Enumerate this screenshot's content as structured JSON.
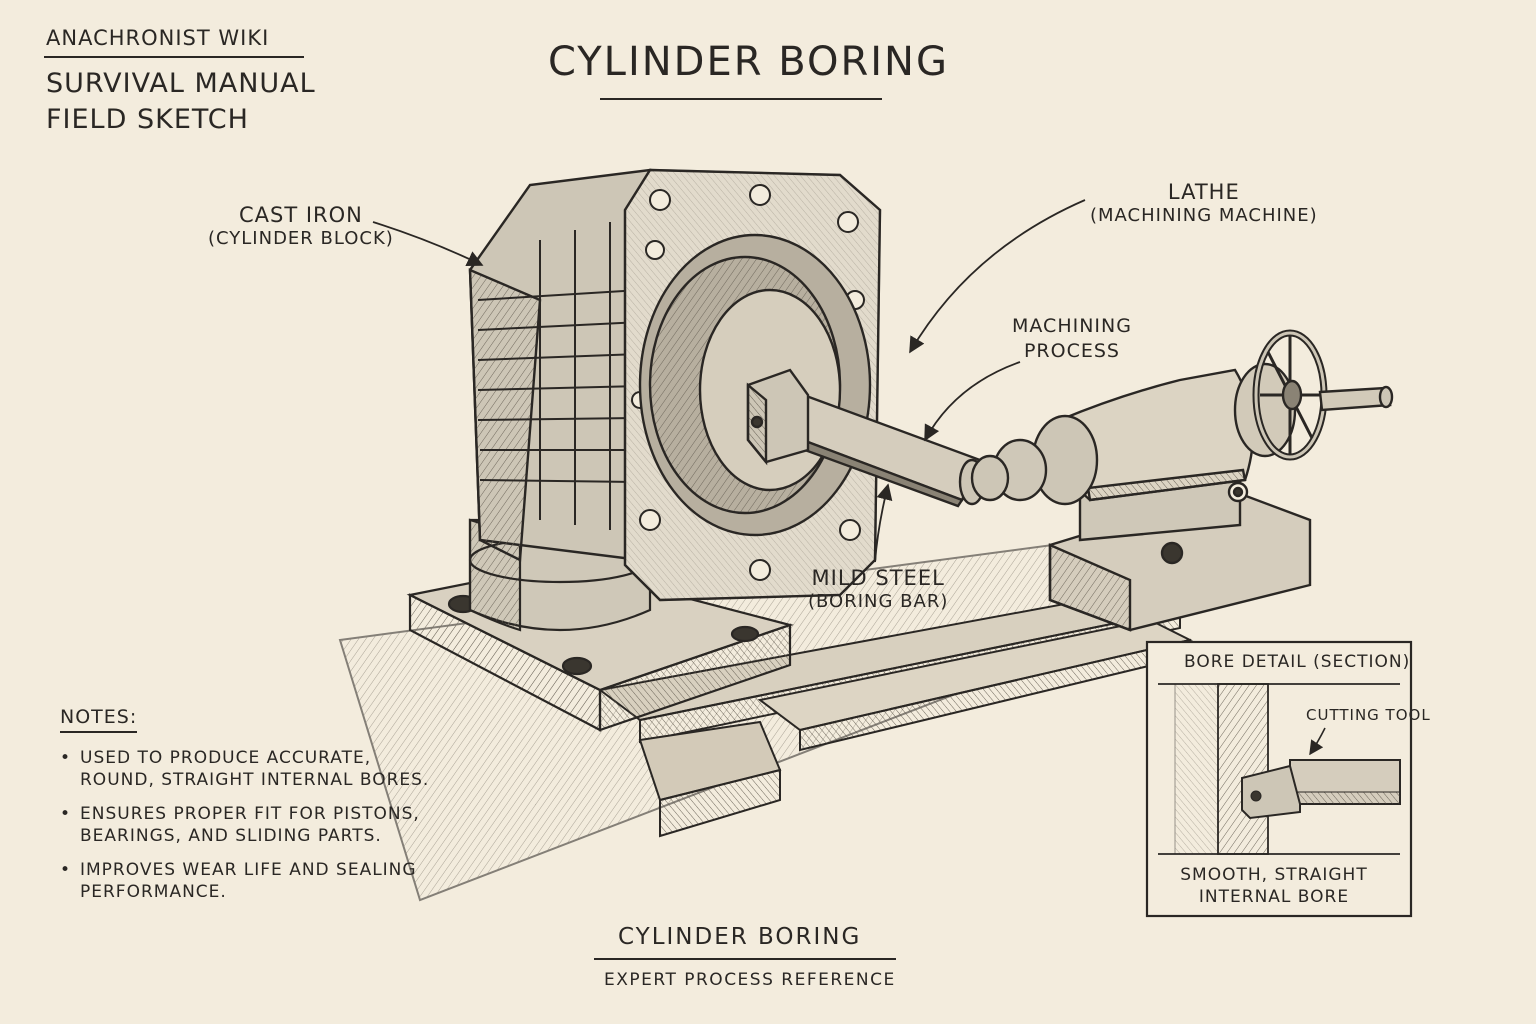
{
  "header": {
    "brand": "ANACHRONIST WIKI",
    "subtitle_line1": "SURVIVAL MANUAL",
    "subtitle_line2": "FIELD SKETCH"
  },
  "title": "CYLINDER BORING",
  "labels": {
    "cast_iron": {
      "main": "CAST IRON",
      "sub": "(CYLINDER BLOCK)"
    },
    "lathe": {
      "main": "LATHE",
      "sub": "(MACHINING MACHINE)"
    },
    "machining_process": {
      "line1": "MACHINING",
      "line2": "PROCESS"
    },
    "mild_steel": {
      "main": "MILD STEEL",
      "sub": "(BORING BAR)"
    }
  },
  "notes": {
    "heading": "NOTES:",
    "items": [
      "USED TO PRODUCE ACCURATE, ROUND, STRAIGHT INTERNAL BORES.",
      "ENSURES PROPER FIT FOR PISTONS, BEARINGS, AND SLIDING PARTS.",
      "IMPROVES WEAR LIFE AND SEALING PERFORMANCE."
    ]
  },
  "inset": {
    "title": "BORE DETAIL (SECTION)",
    "cutting_tool": "CUTTING TOOL",
    "caption": "SMOOTH, STRAIGHT INTERNAL BORE"
  },
  "footer": {
    "title": "CYLINDER BORING",
    "subtitle": "EXPERT PROCESS REFERENCE"
  },
  "colors": {
    "paper": "#f3ecdd",
    "ink": "#2a2724",
    "metal": "#cdc6b6",
    "metal_dark": "#8a8375"
  }
}
